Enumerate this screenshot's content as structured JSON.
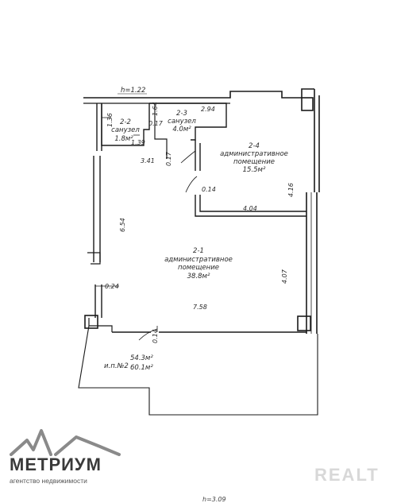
{
  "plan": {
    "height_top": "h=1.22",
    "height_bottom": "h=3.09",
    "rooms": [
      {
        "id": "2-1",
        "type_line1": "административное",
        "type_line2": "помещение",
        "area": "38.8м²"
      },
      {
        "id": "2-2",
        "type_line1": "санузел",
        "area": "1.8м²"
      },
      {
        "id": "2-3",
        "type_line1": "санузел",
        "area": "4.0м²"
      },
      {
        "id": "2-4",
        "type_line1": "административное",
        "type_line2": "помещение",
        "area": "15.5м²"
      }
    ],
    "unit": {
      "label": "и.п.№2",
      "area_total": "54.3м²",
      "area_full": "60.1м²"
    },
    "dimensions": {
      "d_1_36": "1.36",
      "d_1_64": "1.64",
      "d_2_94": "2.94",
      "d_0_17a": "0.17",
      "d_1_39": "1.39",
      "d_3_41": "3.41",
      "d_0_17b": "0.17",
      "d_0_14a": "0.14",
      "d_4_16": "4.16",
      "d_4_04": "4.04",
      "d_6_54": "6.54",
      "d_4_07": "4.07",
      "d_0_24": "0.24",
      "d_7_58": "7.58",
      "d_0_14b": "0.14"
    }
  },
  "logo": {
    "name": "МЕТРИУМ",
    "subtitle": "агентство недвижимости"
  },
  "watermark": "REALT"
}
